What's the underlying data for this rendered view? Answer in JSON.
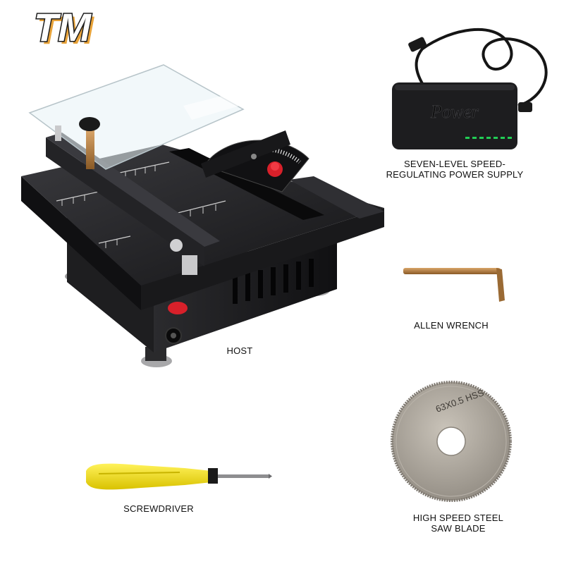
{
  "logo": {
    "text": "TM",
    "fill": "#ffffff",
    "stroke": "#1a1a1a",
    "shadow": "#e8a33a"
  },
  "labels": {
    "host": "HOST",
    "power_supply_line1": "SEVEN-LEVEL SPEED-",
    "power_supply_line2": "REGULATING POWER SUPPLY",
    "allen_wrench": "ALLEN WRENCH",
    "screwdriver": "SCREWDRIVER",
    "saw_blade_line1": "HIGH SPEED STEEL",
    "saw_blade_line2": "SAW BLADE"
  },
  "power_brick_text": "Power",
  "blade_text": "63X0.5 HSS",
  "colors": {
    "machine_body": "#1c1c1e",
    "machine_top": "#2a2a2d",
    "accent_red": "#d8202a",
    "screwdriver_handle": "#f3e21a",
    "wrench": "#b07a3e",
    "blade": "#a9a39a",
    "brass": "#b8893a"
  },
  "icons": [
    "table-saw-icon",
    "power-adapter-icon",
    "allen-wrench-icon",
    "screwdriver-icon",
    "saw-blade-icon"
  ]
}
